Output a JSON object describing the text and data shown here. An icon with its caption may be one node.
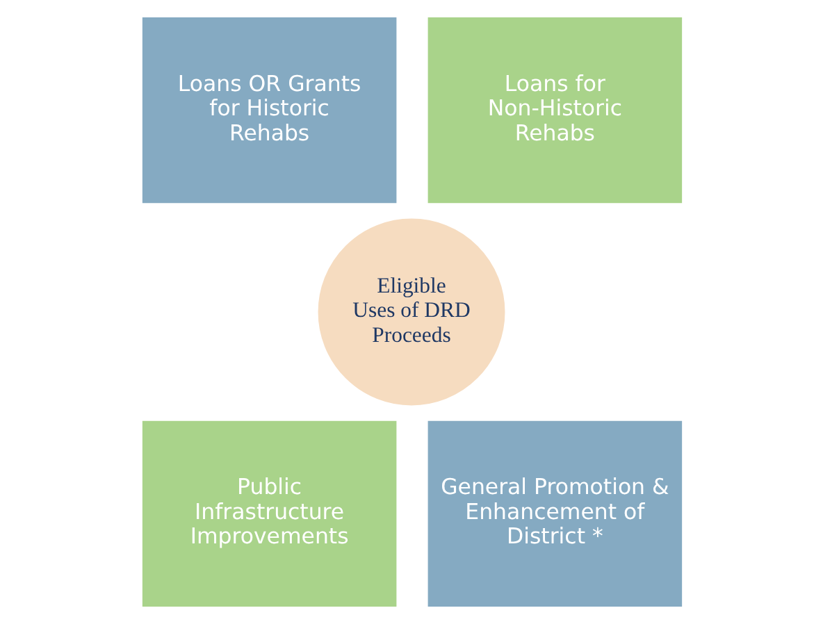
{
  "diagram": {
    "nodes": [
      {
        "text": [
          "Loans OR Grants for Historic Rehabs"
        ]
      },
      {
        "text": [
          "Loans for Non-Historic Rehabs"
        ]
      },
      {
        "text": [
          "Eligible Uses of DRD Proceeds"
        ]
      },
      {
        "text": [
          "Public Infrastructure Improvements"
        ]
      },
      {
        "text": [
          "General Promotion & Enhancement of District *"
        ]
      }
    ]
  }
}
